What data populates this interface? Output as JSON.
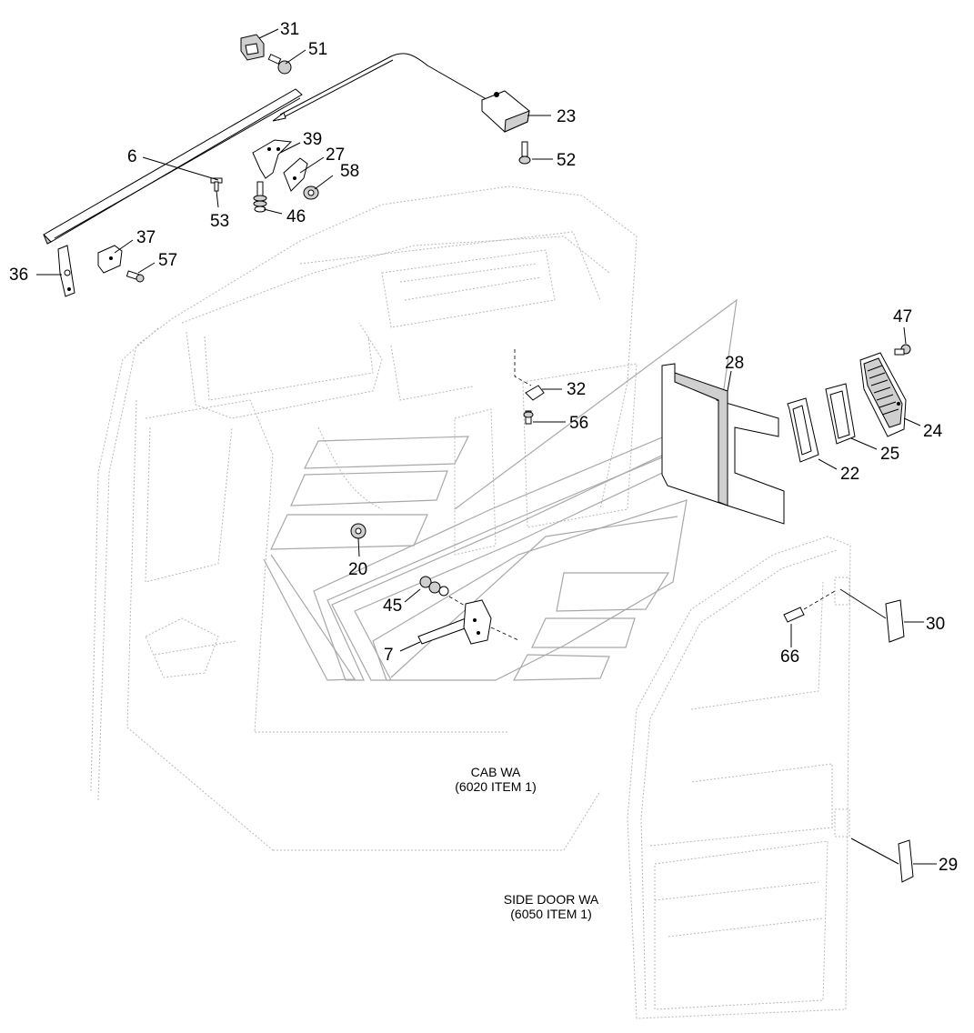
{
  "callouts": {
    "c31": "31",
    "c51": "51",
    "c23": "23",
    "c52": "52",
    "c6": "6",
    "c39": "39",
    "c27": "27",
    "c58": "58",
    "c53": "53",
    "c46": "46",
    "c37": "37",
    "c57": "57",
    "c36": "36",
    "c47": "47",
    "c28": "28",
    "c32": "32",
    "c56": "56",
    "c24": "24",
    "c25": "25",
    "c22": "22",
    "c20": "20",
    "c45": "45",
    "c7": "7",
    "c30": "30",
    "c66": "66",
    "c29": "29"
  },
  "assemblies": {
    "cab_line1": "CAB WA",
    "cab_line2": "(6020 ITEM 1)",
    "door_line1": "SIDE DOOR WA",
    "door_line2": "(6050 ITEM 1)"
  }
}
